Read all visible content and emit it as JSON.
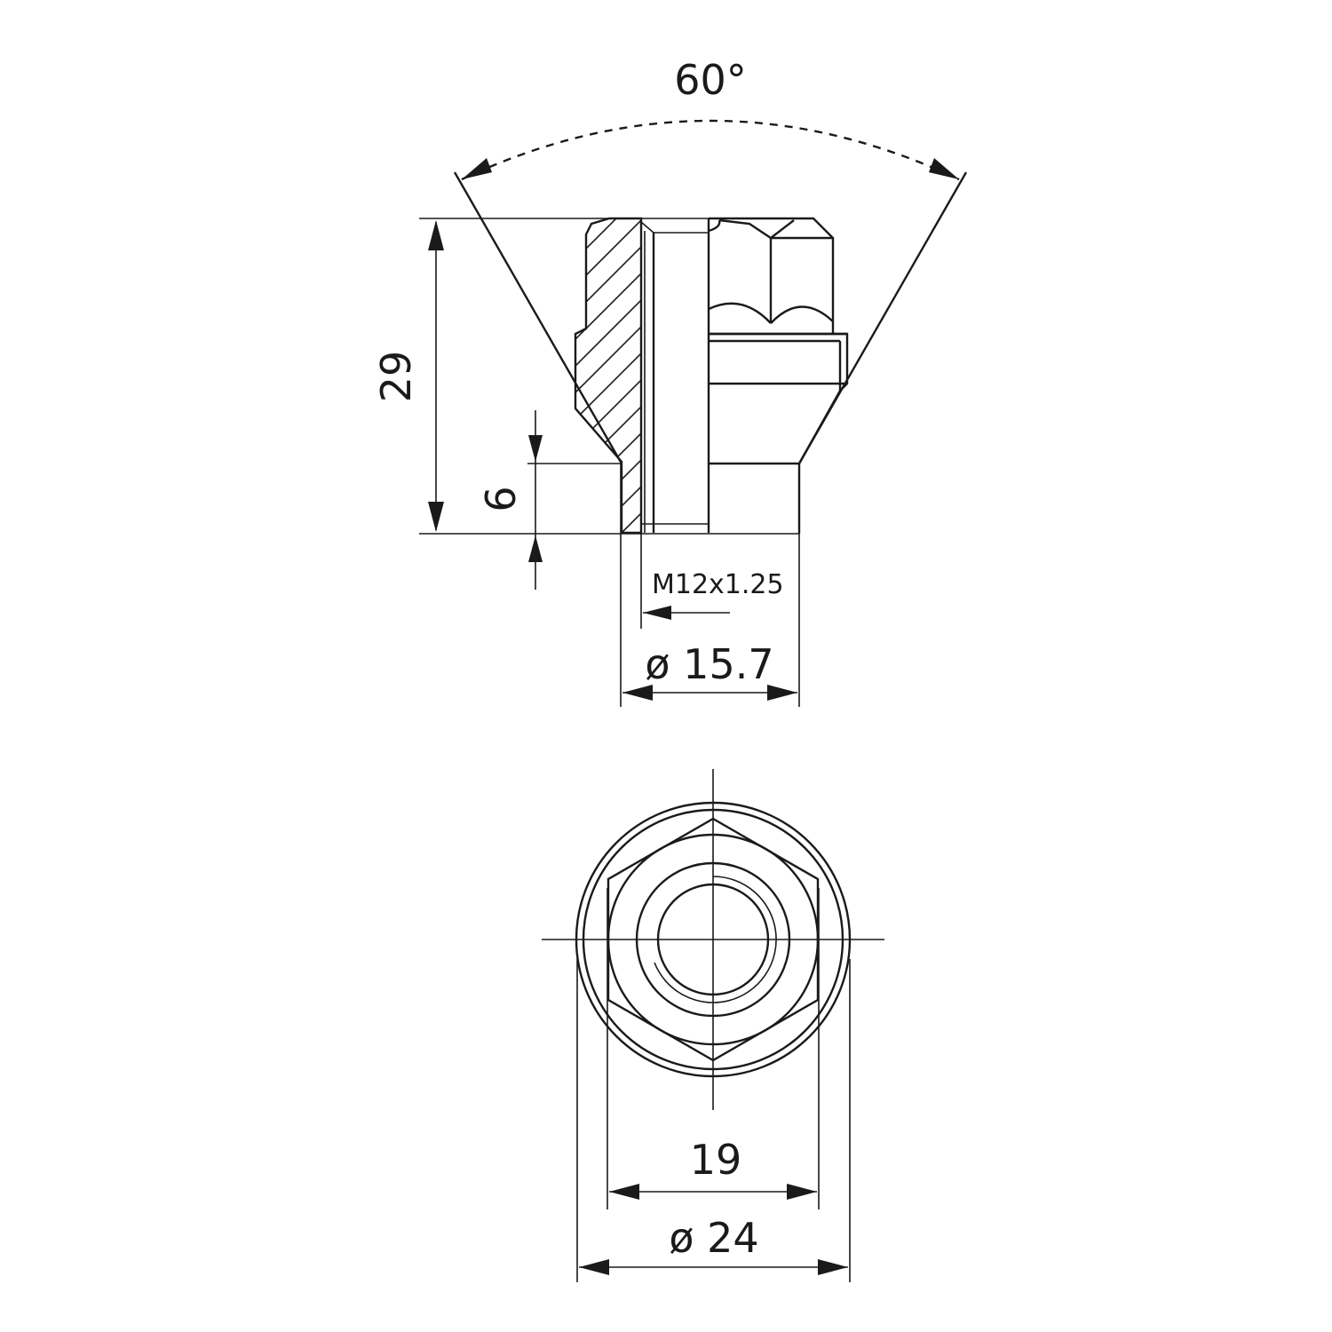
{
  "dimensions": {
    "angle": "60°",
    "height": "29",
    "seat_height": "6",
    "thread": "M12x1.25",
    "seat_diameter": "ø 15.7",
    "wrench_size": "19",
    "flange_diameter": "ø 24"
  },
  "colors": {
    "line": "#1a1a1a",
    "background": "#ffffff"
  }
}
